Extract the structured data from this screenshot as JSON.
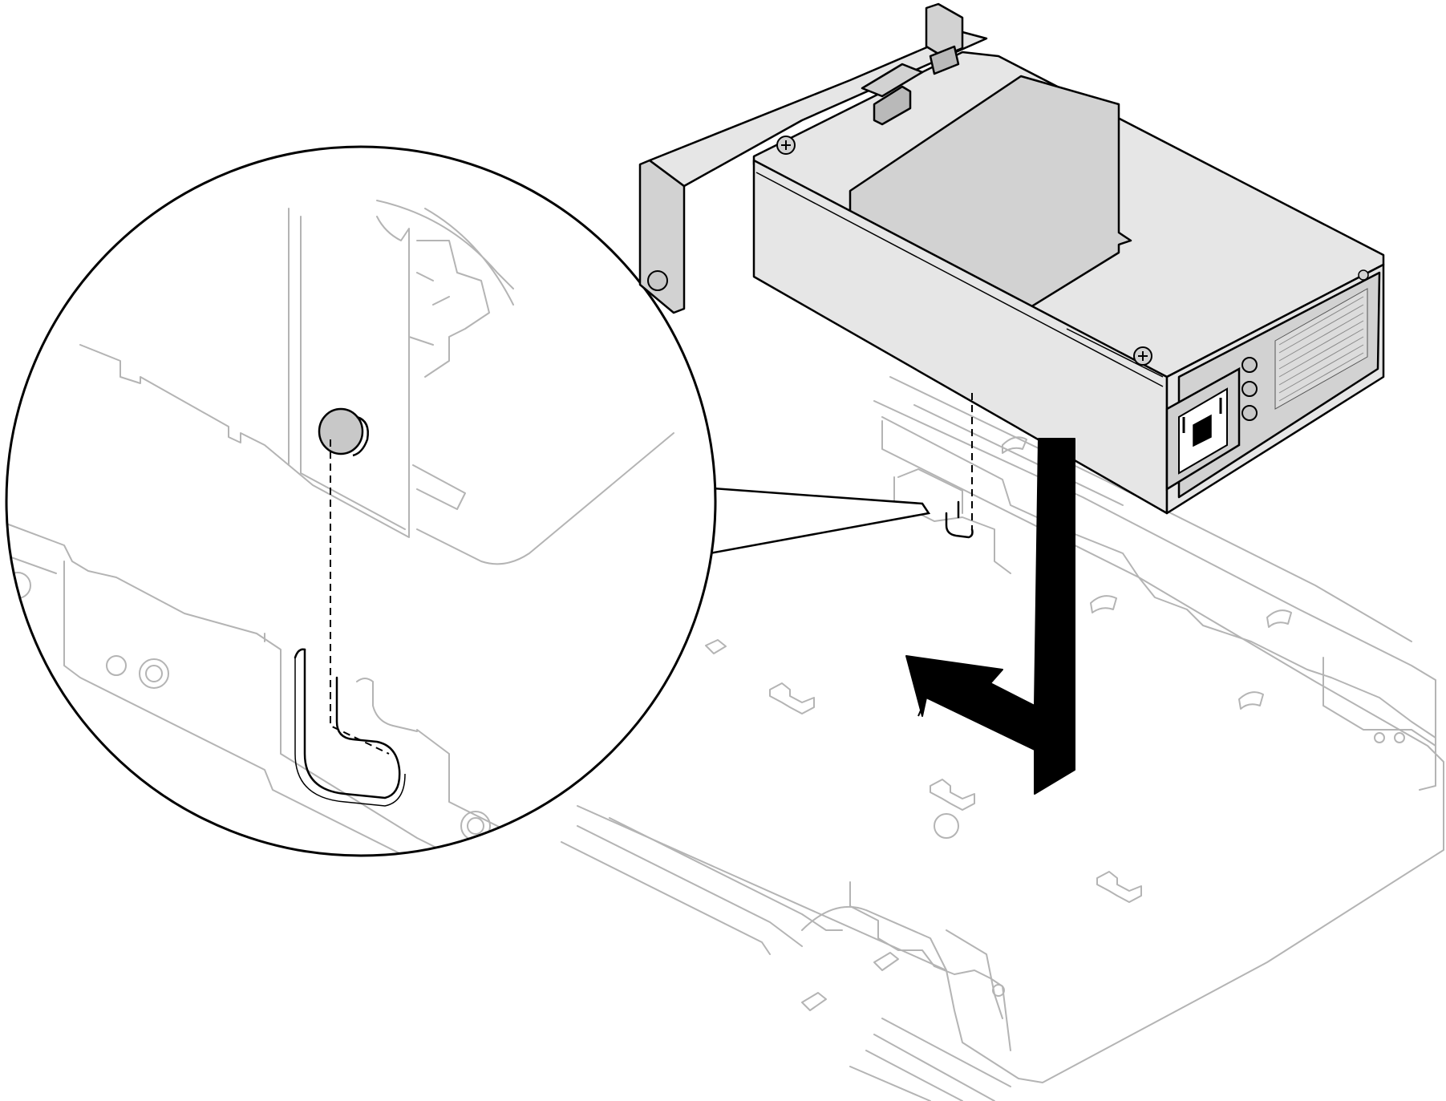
{
  "figure": {
    "kind": "installation-illustration",
    "subject": "power-supply",
    "colors": {
      "outline": "#000000",
      "ghost_outline": "#b4b4b4",
      "panel_light": "#e6e6e6",
      "panel_mid": "#d2d2d2",
      "panel_dark": "#b9b9b9",
      "arrow": "#000000"
    },
    "icons": [
      "power-supply-unit",
      "chassis-tray",
      "magnifier-callout",
      "install-arrow",
      "screw-icon",
      "ac-inlet"
    ]
  }
}
